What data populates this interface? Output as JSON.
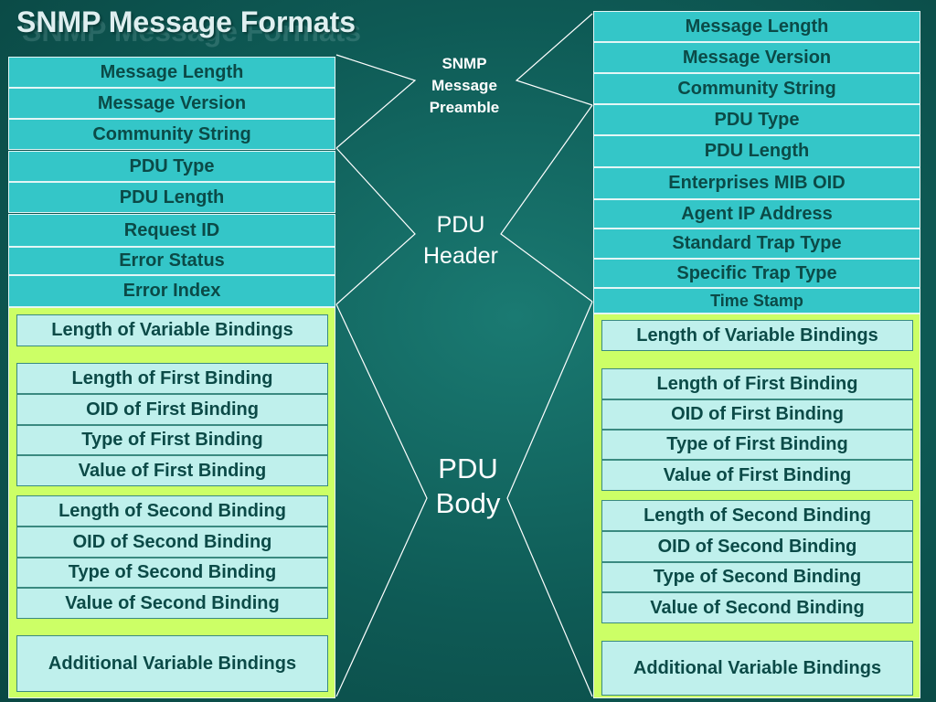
{
  "title": "SNMP Message Formats",
  "labels": {
    "preamble": [
      "SNMP",
      "Message",
      "Preamble"
    ],
    "header": [
      "PDU",
      "Header"
    ],
    "body": [
      "PDU",
      "Body"
    ]
  },
  "left_header": [
    "Message Length",
    "Message Version",
    "Community String",
    "PDU Type",
    "PDU Length",
    "Request ID",
    "Error Status",
    "Error Index"
  ],
  "right_header": [
    "Message Length",
    "Message Version",
    "Community String",
    "PDU Type",
    "PDU Length",
    "Enterprises MIB OID",
    "Agent IP Address",
    "Standard Trap Type",
    "Specific Trap Type",
    "Time Stamp"
  ],
  "body": {
    "length_of_bindings": "Length of Variable Bindings",
    "first_binding": [
      "Length of First Binding",
      "OID of First Binding",
      "Type of First Binding",
      "Value of First Binding"
    ],
    "second_binding": [
      "Length of Second Binding",
      "OID of Second Binding",
      "Type of Second Binding",
      "Value of Second Binding"
    ],
    "additional": "Additional Variable Bindings"
  },
  "colors": {
    "header_fill": "#34c6c8",
    "body_panel": "#ccff66",
    "binding_fill": "#bff0ec",
    "text": "#0b4a47",
    "background": "#0e5a55"
  }
}
